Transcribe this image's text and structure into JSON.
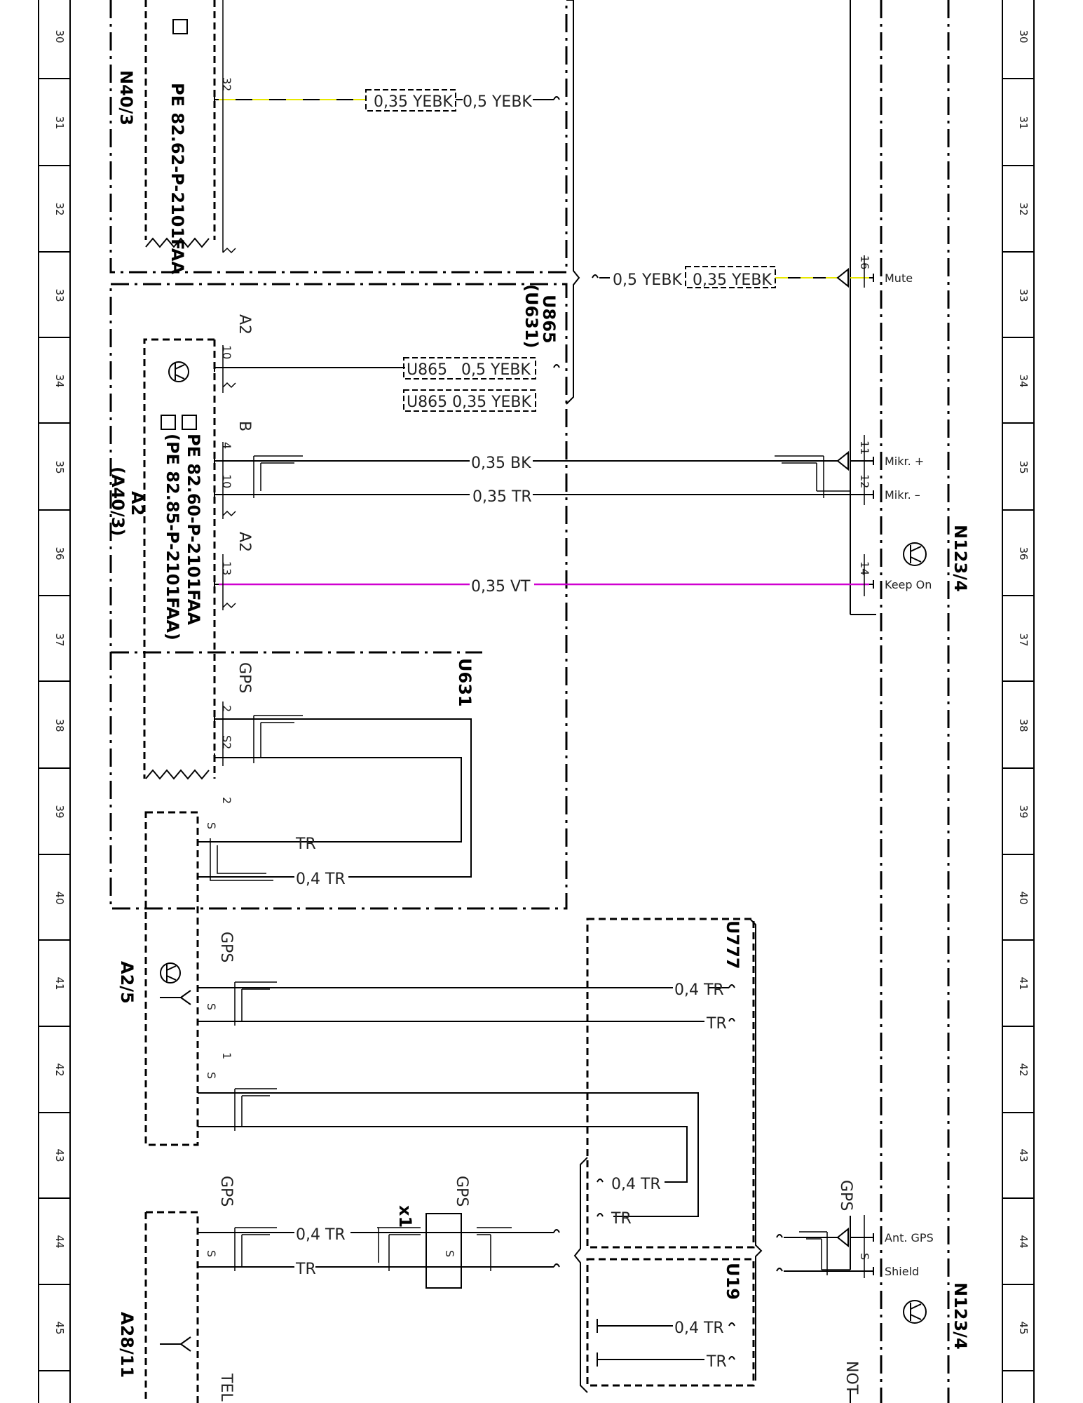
{
  "row_numbers": [
    "30",
    "31",
    "32",
    "33",
    "34",
    "35",
    "36",
    "37",
    "38",
    "39",
    "40",
    "41",
    "42",
    "43",
    "44",
    "45"
  ],
  "components": {
    "n40_3": {
      "name": "N40/3",
      "ref": "PE 82.62-P-2101FAA"
    },
    "a2": {
      "name": "A2",
      "alt": "(A40/3)",
      "ref1": "PE 82.60-P-2101FAA",
      "ref2": "(PE 82.85-P-2101FAA)"
    },
    "a2_5": {
      "name": "A2/5"
    },
    "a28_11": {
      "name": "A28/11",
      "sub": "TEL"
    },
    "n123_4_top": {
      "name": "N123/4"
    },
    "n123_4_bottom": {
      "name": "N123/4",
      "sub": "NOT"
    }
  },
  "harness": {
    "u865": "U865",
    "u865_alt": "(U631)",
    "u631": "U631",
    "u777": "U777",
    "u19": "U19"
  },
  "connectors": {
    "a2_conn1": "A2",
    "b_conn": "B",
    "a2_conn2": "A2",
    "gps_a2": "GPS",
    "gps_a2_5": "GPS",
    "gps_a28": "GPS",
    "gps_x1": "GPS",
    "gps_n123": "GPS",
    "x1": "x1"
  },
  "pins": {
    "n40_32": "32",
    "a2_10a": "10",
    "a2_4": "4",
    "a2_10b": "10",
    "a2_13": "13",
    "gps_2": "2",
    "gps_s2": "S2",
    "a25_2": "2",
    "a25_s1": "S",
    "a25_1": "1",
    "a25_s2": "S",
    "a25_s3": "S",
    "a28_s": "S",
    "x1_s": "S",
    "n_16": "16",
    "n_11": "11",
    "n_12": "12",
    "n_14": "14",
    "n_s": "S"
  },
  "n123_pins": {
    "mute": "Mute",
    "mikr_plus": "Mikr. +",
    "mikr_minus": "Mikr. –",
    "keep_on": "Keep On",
    "ant_gps": "Ant. GPS",
    "shield": "Shield"
  },
  "wires": {
    "w1_a": "0,35 YEBK",
    "w1_b": "0,5 YEBK",
    "w2_a": "0,5 YEBK",
    "w2_b": "0,35 YEBK",
    "w3_a": "U865",
    "w3_b": "0,5 YEBK",
    "w3_c": "U865 0,35 YEBK",
    "w4": "0,35 BK",
    "w5": "0,35 TR",
    "w6": "0,35 VT",
    "w7": "TR",
    "w8": "0,4 TR",
    "w9": "0,4 TR",
    "w10": "TR",
    "w11": "0,4 TR",
    "w12": "TR",
    "w13": "0,4 TR",
    "w14": "TR",
    "w15": "0,4 TR",
    "w16": "TR"
  },
  "colors": {
    "yebk": "#e8e800",
    "vt": "#d000d0",
    "line": "#000000"
  }
}
